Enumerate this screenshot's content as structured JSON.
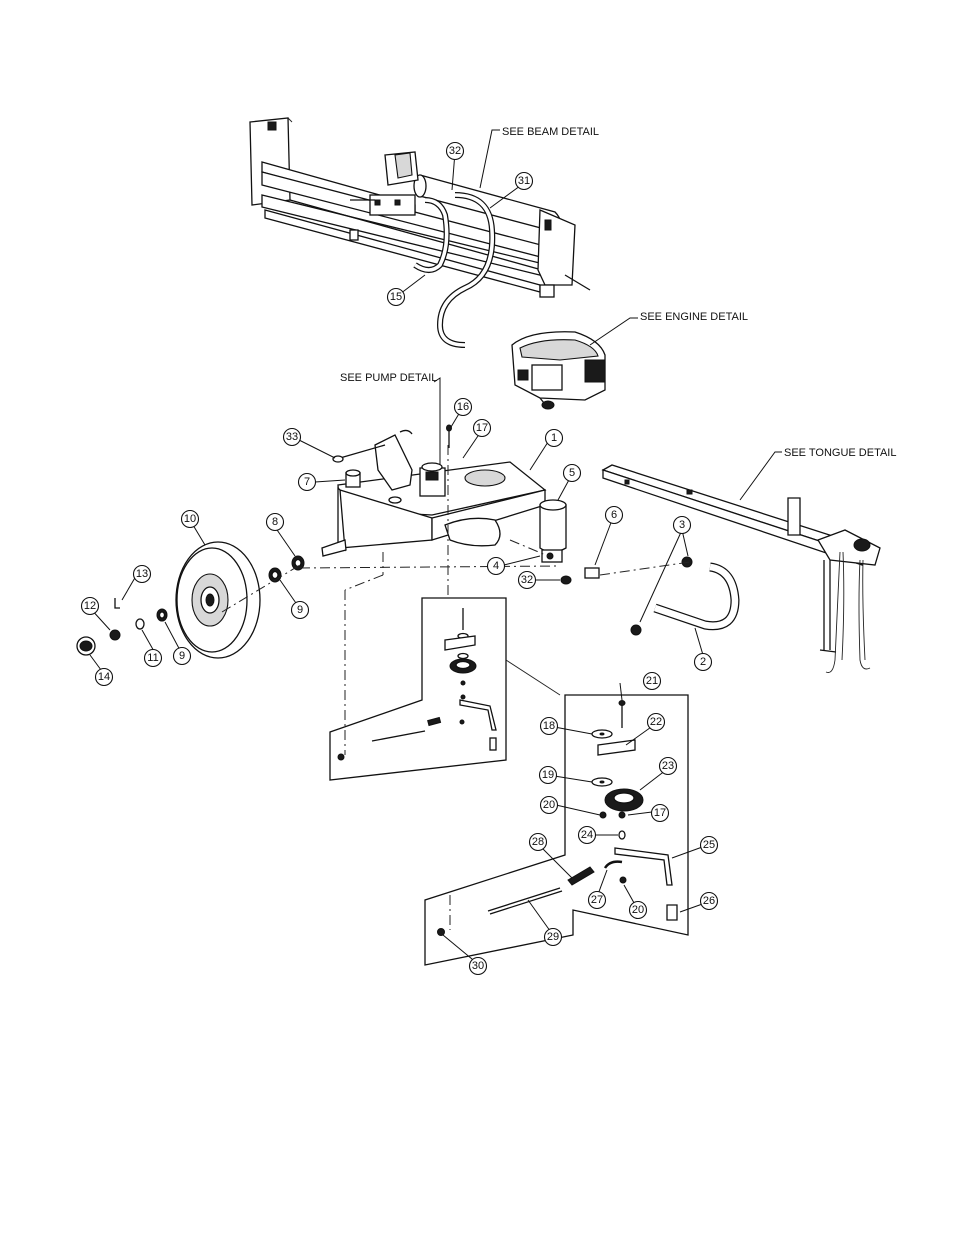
{
  "notes": {
    "beam": "SEE BEAM DETAIL",
    "engine": "SEE ENGINE DETAIL",
    "pump": "SEE PUMP DETAIL",
    "tongue": "SEE TONGUE DETAIL"
  },
  "callouts": [
    "1",
    "2",
    "3",
    "4",
    "5",
    "6",
    "7",
    "8",
    "9",
    "10",
    "11",
    "12",
    "13",
    "14",
    "15",
    "16",
    "17",
    "18",
    "19",
    "20",
    "21",
    "22",
    "23",
    "24",
    "25",
    "26",
    "27",
    "28",
    "29",
    "30",
    "31",
    "32",
    "33"
  ]
}
